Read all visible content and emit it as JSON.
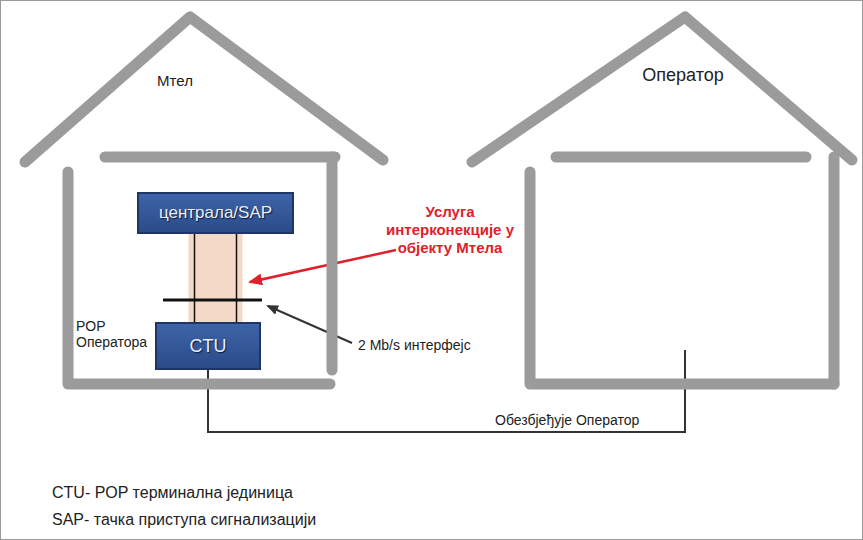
{
  "diagram": {
    "nodes": [
      {
        "text": [
          "Мтел"
        ]
      },
      {
        "text": [
          "централа/SAP"
        ],
        "in": 0
      },
      {
        "text": [
          "CTU"
        ],
        "in": 0
      },
      {
        "text": [
          "Оператор"
        ]
      }
    ],
    "edges": [
      {
        "from": 1,
        "to": 2,
        "arrow": "none"
      },
      {
        "from": 2,
        "to": 3,
        "label": "Обезбјеђује Оператор",
        "arrow": "none"
      }
    ],
    "labels": [
      "POP Оператора",
      "Услуга интерконекције у објекту Мтела",
      "2 Mb/s интерфејс",
      "CTU- POP терминална јединица",
      "SAP- тачка приступа сигнализацији"
    ]
  }
}
